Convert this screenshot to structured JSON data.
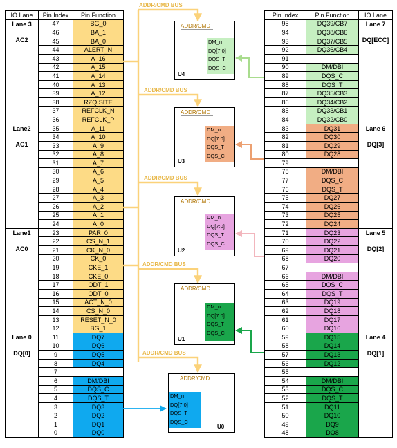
{
  "left_table": {
    "headers": [
      "IO Lane",
      "Pin Index",
      "Pin Function"
    ],
    "lanes": [
      {
        "name": "Lane 3",
        "group": "AC2",
        "rows": [
          {
            "index": "47",
            "func": "BG_0"
          },
          {
            "index": "46",
            "func": "BA_1"
          },
          {
            "index": "45",
            "func": "BA_0"
          },
          {
            "index": "44",
            "func": "ALERT_N"
          },
          {
            "index": "43",
            "func": "A_16"
          },
          {
            "index": "42",
            "func": "A_15"
          },
          {
            "index": "41",
            "func": "A_14"
          },
          {
            "index": "40",
            "func": "A_13"
          },
          {
            "index": "39",
            "func": "A_12"
          },
          {
            "index": "38",
            "func": "RZQ SITE"
          },
          {
            "index": "37",
            "func": "REFCLK_N"
          },
          {
            "index": "36",
            "func": "REFCLK_P"
          }
        ]
      },
      {
        "name": "Lane2",
        "group": "AC1",
        "rows": [
          {
            "index": "35",
            "func": "A_11"
          },
          {
            "index": "34",
            "func": "A_10"
          },
          {
            "index": "33",
            "func": "A_9"
          },
          {
            "index": "32",
            "func": "A_8"
          },
          {
            "index": "31",
            "func": "A_7"
          },
          {
            "index": "30",
            "func": "A_6"
          },
          {
            "index": "29",
            "func": "A_5"
          },
          {
            "index": "28",
            "func": "A_4"
          },
          {
            "index": "27",
            "func": "A_3"
          },
          {
            "index": "26",
            "func": "A_2"
          },
          {
            "index": "25",
            "func": "A_1"
          },
          {
            "index": "24",
            "func": "A_0"
          }
        ]
      },
      {
        "name": "Lane1",
        "group": "AC0",
        "rows": [
          {
            "index": "23",
            "func": "PAR_0"
          },
          {
            "index": "22",
            "func": "CS_N_1"
          },
          {
            "index": "21",
            "func": "CK_N_0"
          },
          {
            "index": "20",
            "func": "CK_0"
          },
          {
            "index": "19",
            "func": "CKE_1"
          },
          {
            "index": "18",
            "func": "CKE_0"
          },
          {
            "index": "17",
            "func": "ODT_1"
          },
          {
            "index": "16",
            "func": "ODT_0"
          },
          {
            "index": "15",
            "func": "ACT_N_0"
          },
          {
            "index": "14",
            "func": "CS_N_0"
          },
          {
            "index": "13",
            "func": "RESET_N_0"
          },
          {
            "index": "12",
            "func": "BG_1"
          }
        ]
      },
      {
        "name": "Lane 0",
        "group": "DQ[0]",
        "rows": [
          {
            "index": "11",
            "func": "DQ7"
          },
          {
            "index": "10",
            "func": "DQ6"
          },
          {
            "index": "9",
            "func": "DQ5"
          },
          {
            "index": "8",
            "func": "DQ4"
          },
          {
            "index": "7",
            "func": ""
          },
          {
            "index": "6",
            "func": "DM/DBI"
          },
          {
            "index": "5",
            "func": "DQS_C"
          },
          {
            "index": "4",
            "func": "DQS_T"
          },
          {
            "index": "3",
            "func": "DQ3"
          },
          {
            "index": "2",
            "func": "DQ2"
          },
          {
            "index": "1",
            "func": "DQ1"
          },
          {
            "index": "0",
            "func": "DQ0"
          }
        ]
      }
    ]
  },
  "right_table": {
    "headers": [
      "Pin Index",
      "Pin Function",
      "IO Lane"
    ],
    "lanes": [
      {
        "name": "Lane 7",
        "group": "DQ[ECC]",
        "rows": [
          {
            "index": "95",
            "func": "DQ39/CB7"
          },
          {
            "index": "94",
            "func": "DQ38/CB6"
          },
          {
            "index": "93",
            "func": "DQ37/CB5"
          },
          {
            "index": "92",
            "func": "DQ36/CB4"
          },
          {
            "index": "91",
            "func": ""
          },
          {
            "index": "90",
            "func": "DM/DBI"
          },
          {
            "index": "89",
            "func": "DQS_C"
          },
          {
            "index": "88",
            "func": "DQS_T"
          },
          {
            "index": "87",
            "func": "DQ35/CB3"
          },
          {
            "index": "86",
            "func": "DQ34/CB2"
          },
          {
            "index": "85",
            "func": "DQ33/CB1"
          },
          {
            "index": "84",
            "func": "DQ32/CB0"
          }
        ]
      },
      {
        "name": "Lane 6",
        "group": "DQ[3]",
        "rows": [
          {
            "index": "83",
            "func": "DQ31"
          },
          {
            "index": "82",
            "func": "DQ30"
          },
          {
            "index": "81",
            "func": "DQ29"
          },
          {
            "index": "80",
            "func": "DQ28"
          },
          {
            "index": "79",
            "func": ""
          },
          {
            "index": "78",
            "func": "DM/DBI"
          },
          {
            "index": "77",
            "func": "DQS_C"
          },
          {
            "index": "76",
            "func": "DQS_T"
          },
          {
            "index": "75",
            "func": "DQ27"
          },
          {
            "index": "74",
            "func": "DQ26"
          },
          {
            "index": "73",
            "func": "DQ25"
          },
          {
            "index": "72",
            "func": "DQ24"
          }
        ]
      },
      {
        "name": "Lane 5",
        "group": "DQ[2]",
        "rows": [
          {
            "index": "71",
            "func": "DQ23"
          },
          {
            "index": "70",
            "func": "DQ22"
          },
          {
            "index": "69",
            "func": "DQ21"
          },
          {
            "index": "68",
            "func": "DQ20"
          },
          {
            "index": "67",
            "func": ""
          },
          {
            "index": "66",
            "func": "DM/DBI"
          },
          {
            "index": "65",
            "func": "DQS_C"
          },
          {
            "index": "64",
            "func": "DQS_T"
          },
          {
            "index": "63",
            "func": "DQ19"
          },
          {
            "index": "62",
            "func": "DQ18"
          },
          {
            "index": "61",
            "func": "DQ17"
          },
          {
            "index": "60",
            "func": "DQ16"
          }
        ]
      },
      {
        "name": "Lane 4",
        "group": "DQ[1]",
        "rows": [
          {
            "index": "59",
            "func": "DQ15"
          },
          {
            "index": "58",
            "func": "DQ14"
          },
          {
            "index": "57",
            "func": "DQ13"
          },
          {
            "index": "56",
            "func": "DQ12"
          },
          {
            "index": "55",
            "func": ""
          },
          {
            "index": "54",
            "func": "DM/DBI"
          },
          {
            "index": "53",
            "func": "DQS_C"
          },
          {
            "index": "52",
            "func": "DQS_T"
          },
          {
            "index": "51",
            "func": "DQ11"
          },
          {
            "index": "50",
            "func": "DQ10"
          },
          {
            "index": "49",
            "func": "DQ9"
          },
          {
            "index": "48",
            "func": "DQ8"
          }
        ]
      }
    ]
  },
  "bus_label": "ADDR/CMD BUS",
  "chips": [
    {
      "id": "U4",
      "addr": "ADDR/CMD",
      "signals": [
        "DM_n",
        "DQ[7:0]",
        "DQS_T",
        "DQS_C"
      ]
    },
    {
      "id": "U3",
      "addr": "ADDR/CMD",
      "signals": [
        "DM_n",
        "DQ[7:0]",
        "DQS_T",
        "DQS_C"
      ]
    },
    {
      "id": "U2",
      "addr": "ADDR/CMD",
      "signals": [
        "DM_n",
        "DQ[7:0]",
        "DQS_T",
        "DQS_C"
      ]
    },
    {
      "id": "U1",
      "addr": "ADDR/CMD",
      "signals": [
        "DM_n",
        "DQ[7:0]",
        "DQS_T",
        "DQS_C"
      ]
    },
    {
      "id": "U0",
      "addr": "ADDR/CMD",
      "signals": [
        "DM_n",
        "DQ[7:0]",
        "DQS_T",
        "DQS_C"
      ]
    }
  ],
  "colors": {
    "addr_cmd": "#fddb86",
    "bus_line": "#fbd27a",
    "lane0": "#0fa9ef",
    "lane4": "#1aa64b",
    "lane5": "#e7a4e0",
    "lane6": "#f1ad84",
    "lane7": "#c6efc1",
    "lane7_link": "#a9dc8e",
    "lane6_link": "#eca071",
    "lane5_link": "#f2b6bd"
  }
}
